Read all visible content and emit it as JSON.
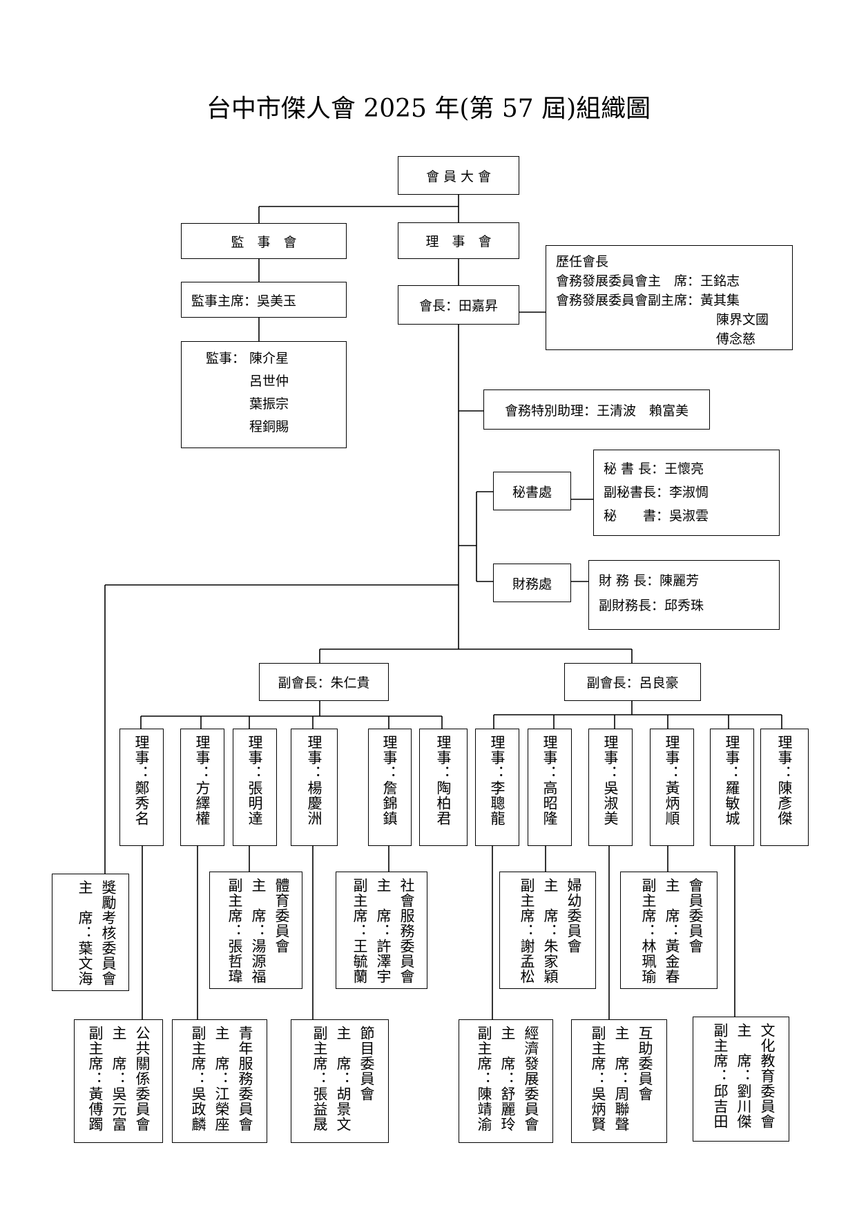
{
  "title": "台中市傑人會 2025 年(第 57 屆)組織圖",
  "assembly": "會 員 大 會",
  "supervisors": {
    "board": "監　事　會",
    "chair": "監事主席：吳美玉",
    "members_label": "監事：",
    "members": [
      "陳介星",
      "呂世仲",
      "葉振宗",
      "程銅賜"
    ]
  },
  "directors_board": "理　事　會",
  "president": "會長：田嘉昇",
  "advisors": {
    "line1": "歷任會長",
    "line2": "會務發展委員會主　席：王銘志",
    "line3": "會務發展委員會副主席：黃其集",
    "line4": "陳界文國",
    "line5": "傅念慈"
  },
  "special_assistant": "會務特別助理：王清波　賴富美",
  "secretariat": {
    "label": "秘書處",
    "lines": [
      "秘 書 長：王懷亮",
      "副秘書長：李淑惆",
      "秘　　書：吳淑雲"
    ]
  },
  "finance": {
    "label": "財務處",
    "lines": [
      "財 務 長：陳麗芳",
      "副財務長：邱秀珠"
    ]
  },
  "vice_presidents": [
    "副會長：朱仁貴",
    "副會長：呂良豪"
  ],
  "directors": [
    "理事：鄭秀名",
    "理事：方繹權",
    "理事：張明達",
    "理事：楊慶洲",
    "理事：詹錦鎮",
    "理事：陶柏君",
    "理事：李聰龍",
    "理事：高昭隆",
    "理事：吳淑美",
    "理事：黃炳順",
    "理事：羅敏城",
    "理事：陳彥傑"
  ],
  "committees": {
    "award": [
      "獎勵考核委員會",
      "主　席：葉文海"
    ],
    "sports": [
      "體育委員會",
      "主　席：湯源福",
      "副主席：張哲瑋"
    ],
    "social": [
      "社會服務委員會",
      "主　席：許澤宇",
      "副主席：王毓蘭"
    ],
    "women": [
      "婦幼委員會",
      "主　席：朱家穎",
      "副主席：謝孟松"
    ],
    "membership": [
      "會員委員會",
      "主　席：黃金春",
      "副主席：林珮瑜"
    ],
    "public": [
      "公共關係委員會",
      "主　席：吳元富",
      "副主席：黃傅躅"
    ],
    "youth": [
      "青年服務委員會",
      "主　席：江榮座",
      "副主席：吳政麟"
    ],
    "program": [
      "節目委員會",
      "主　席：胡景文",
      "副主席：張益晟"
    ],
    "economy": [
      "經濟發展委員會",
      "主　席：舒麗玲",
      "副主席：陳靖渝"
    ],
    "mutual": [
      "互助委員會",
      "主　席：周聯聲",
      "副主席：吳炳賢"
    ],
    "culture": [
      "文化教育委員會",
      "主　席：劉川傑",
      "副主席：邱吉田"
    ]
  }
}
